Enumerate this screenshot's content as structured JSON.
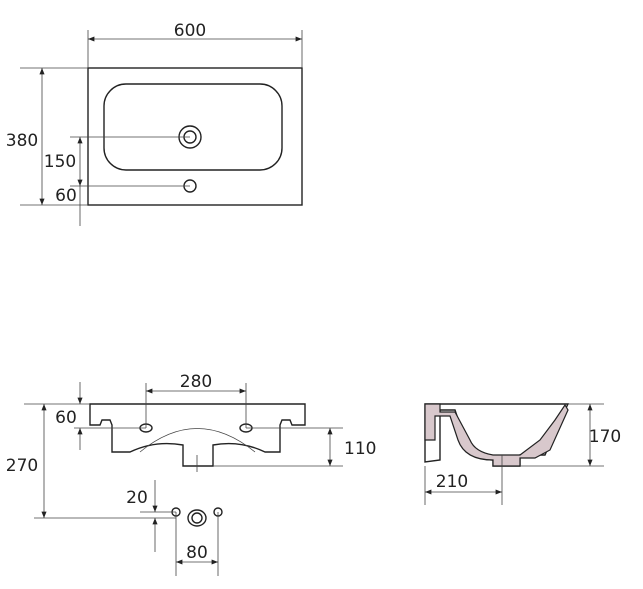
{
  "top_view": {
    "width": "600",
    "depth": "380",
    "drain_offset": "150",
    "tap_offset": "60"
  },
  "front_view": {
    "holes_spacing": "280",
    "holes_height": "60",
    "total_height": "270",
    "body_height": "110",
    "outlet_offset": "20",
    "outlet_spacing": "80"
  },
  "side_view": {
    "bowl_height": "170",
    "outlet_depth": "210"
  }
}
